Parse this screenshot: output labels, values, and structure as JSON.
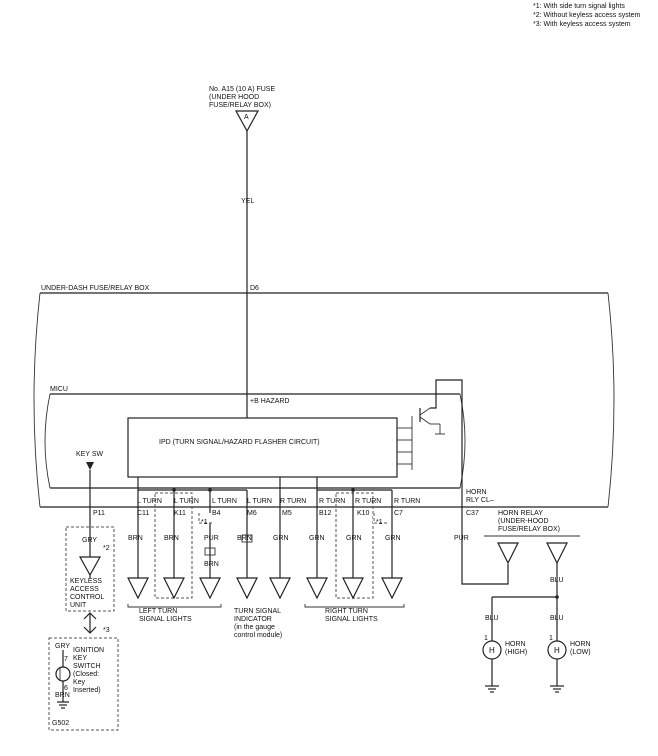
{
  "notes": [
    "*1: With side turn signal lights",
    "*2: Without keyless access system",
    "*3: With keyless access system"
  ],
  "fuse": {
    "line1": "No. A15 (10 A) FUSE",
    "line2": "(UNDER HOOD",
    "line3": "FUSE/RELAY BOX)",
    "pin": "A"
  },
  "wire_yel": "YEL",
  "under_dash": {
    "label": "UNDER-DASH FUSE/RELAY BOX",
    "pin": "D6"
  },
  "micu": {
    "label": "MICU",
    "hazard": "+B HAZARD",
    "ipd": "IPD (TURN SIGNAL/HAZARD FLASHER CIRCUIT)"
  },
  "key_sw": "KEY SW",
  "outputs": [
    {
      "name": "L TURN",
      "pin": "C11",
      "wire": "BRN"
    },
    {
      "name": "L TURN",
      "pin": "K11",
      "wire": "BRN"
    },
    {
      "name": "L TURN",
      "pin": "B4",
      "wire": "PUR",
      "wire2": "BRN"
    },
    {
      "name": "L TURN",
      "pin": "M6",
      "wire": "BRN"
    },
    {
      "name": "R TURN",
      "pin": "M5",
      "wire": "GRN"
    },
    {
      "name": "R TURN",
      "pin": "B12",
      "wire": "GRN"
    },
    {
      "name": "R TURN",
      "pin": "K10",
      "wire": "GRN"
    },
    {
      "name": "R TURN",
      "pin": "C7",
      "wire": "GRN"
    }
  ],
  "p11": "P11",
  "star1": "*1",
  "star2": "*2",
  "star3": "*3",
  "left_lights": {
    "line1": "LEFT TURN",
    "line2": "SIGNAL LIGHTS"
  },
  "indicator": {
    "line1": "TURN SIGNAL",
    "line2": "INDICATOR",
    "line3": "(in the gauge",
    "line4": "control module)"
  },
  "right_lights": {
    "line1": "RIGHT TURN",
    "line2": "SIGNAL LIGHTS"
  },
  "horn_rly": {
    "line1": "HORN",
    "line2": "RLY CL–",
    "pin": "C37",
    "wire": "PUR"
  },
  "horn_relay": {
    "line1": "HORN RELAY",
    "line2": "(UNDER-HOOD",
    "line3": "FUSE/RELAY BOX)"
  },
  "blu": "BLU",
  "horn_high": {
    "pin": "1",
    "symbol": "H",
    "line1": "HORN",
    "line2": "(HIGH)"
  },
  "horn_low": {
    "pin": "1",
    "symbol": "H",
    "line1": "HORN",
    "line2": "(LOW)"
  },
  "keyless": {
    "wire": "GRY",
    "line1": "KEYLESS",
    "line2": "ACCESS",
    "line3": "CONTROL",
    "line4": "UNIT"
  },
  "ignition": {
    "wire_top": "GRY",
    "pin_top": "7",
    "line1": "IGNITION",
    "line2": "KEY",
    "line3": "SWITCH",
    "line4": "(Closed:",
    "line5": "Key",
    "line6": "Inserted)",
    "pin_bottom": "6",
    "wire_bottom": "BRN",
    "ground": "G502"
  }
}
